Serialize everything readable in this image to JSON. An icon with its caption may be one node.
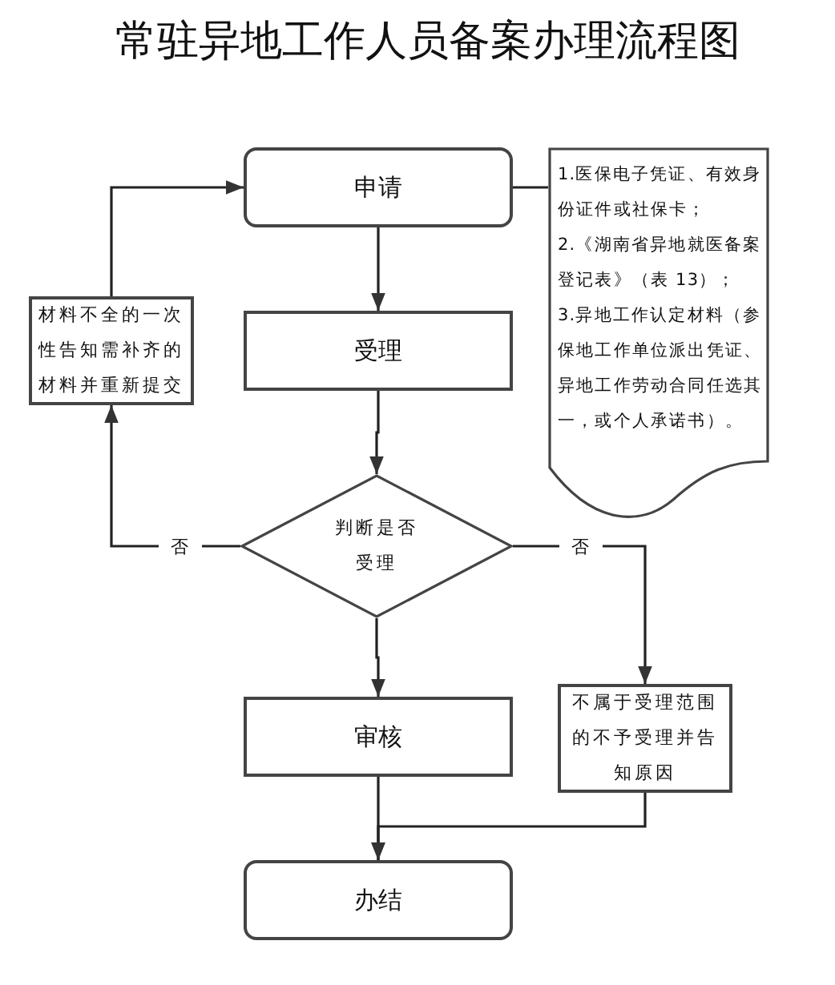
{
  "diagram": {
    "title": "常驻异地工作人员备案办理流程图",
    "nodes": [
      {
        "text": [
          "申请"
        ]
      },
      {
        "text": [
          "受理"
        ]
      },
      {
        "text": [
          "判断是否受理"
        ]
      },
      {
        "text": [
          "审核"
        ]
      },
      {
        "text": [
          "办结"
        ]
      },
      {
        "text": [
          "材料不全的一次性告知需补齐的材料并重新提交"
        ]
      },
      {
        "text": [
          "不属于受理范围的不予受理并告知原因"
        ]
      },
      {
        "text": [
          "1.医保电子凭证、有效身份证件或社保卡；",
          "2.《湖南省异地就医备案登记表》（表 13）；",
          "3.异地工作认定材料（参保地工作单位派出凭证、异地工作劳动合同任选其一，或个人承诺书）。"
        ]
      }
    ],
    "edges": [
      {
        "from": 0,
        "to": 1,
        "arrow": "to"
      },
      {
        "from": 1,
        "to": 2,
        "arrow": "to"
      },
      {
        "from": 2,
        "to": 3,
        "arrow": "to"
      },
      {
        "from": 3,
        "to": 4,
        "arrow": "to"
      },
      {
        "from": 2,
        "to": 5,
        "arrow": "to",
        "label": "否"
      },
      {
        "from": 2,
        "to": 6,
        "arrow": "to",
        "label": "否"
      },
      {
        "from": 6,
        "to": 4,
        "arrow": "to"
      },
      {
        "from": 5,
        "to": 0,
        "arrow": "to"
      },
      {
        "from": 7,
        "to": 0,
        "arrow": "none"
      }
    ]
  }
}
